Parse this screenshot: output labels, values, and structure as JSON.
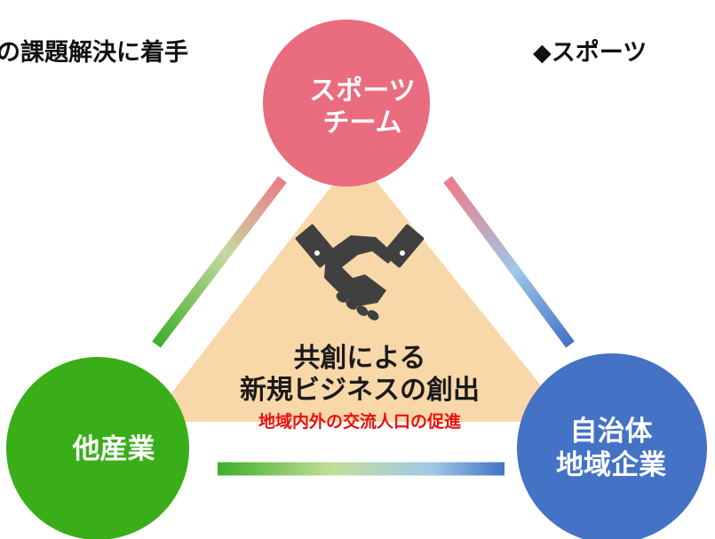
{
  "headings": {
    "left_fragment": "の課題解決に着手",
    "right_fragment": "◆スポーツ"
  },
  "nodes": {
    "top": {
      "line1": "スポーツ",
      "line2": "チーム",
      "color": "#EA6C7F"
    },
    "left": {
      "line1": "他産業",
      "color": "#39AE19"
    },
    "right": {
      "line1": "自治体",
      "line2": "地域企業",
      "color": "#4472C4"
    }
  },
  "center": {
    "title_line1": "共創による",
    "title_line2": "新規ビジネスの創出",
    "subtitle": "地域内外の交流人口の促進",
    "fill_color": "#F8D7A8",
    "subtitle_color": "#E8110E",
    "icon": "handshake-icon"
  }
}
